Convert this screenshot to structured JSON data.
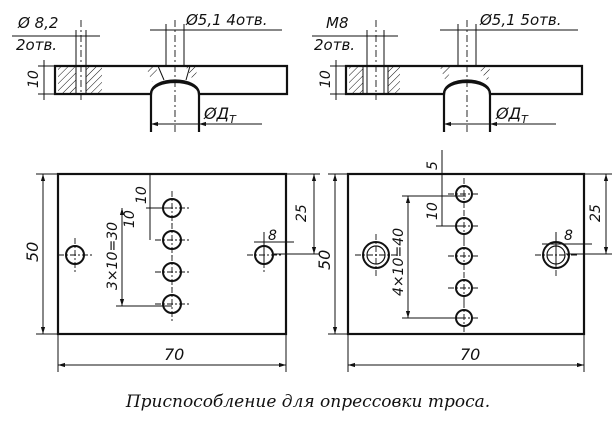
{
  "caption": "Приспособление для опрессовки троса.",
  "left_section": {
    "hole_dia": "Ø 8,2",
    "hole_count": "2отв.",
    "thickness": "10",
    "cone_dia": "Ø5,1  4отв.",
    "bore_dia": "ØД",
    "bore_sub": "Т"
  },
  "right_section": {
    "thread": "М8",
    "hole_count": "2отв.",
    "thickness": "10",
    "cone_dia": "Ø5,1  5отв.",
    "bore_dia": "ØД",
    "bore_sub": "Т"
  },
  "left_plan": {
    "width": "70",
    "height": "50",
    "pitch_1": "10",
    "pitch_2": "10",
    "pitch_total": "3×10=30",
    "side_offset": "8",
    "side_height": "25"
  },
  "right_plan": {
    "width": "70",
    "height": "50",
    "top_offset": "5",
    "pitch": "10",
    "pitch_total": "4×10=40",
    "side_offset": "8",
    "side_height": "25"
  }
}
